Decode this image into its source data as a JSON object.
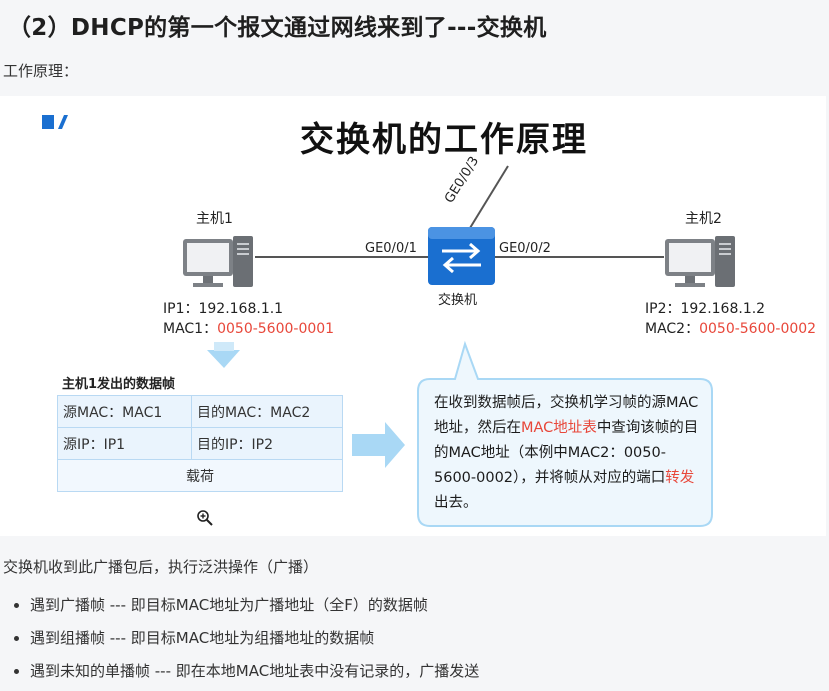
{
  "page": {
    "heading": "（2）DHCP的第一个报文通过网线来到了---交换机",
    "intro": "工作原理：",
    "after_text": "交换机收到此广播包后，执行泛洪操作（广播）",
    "bullets": [
      "遇到广播帧 --- 即目标MAC地址为广播地址（全F）的数据帧",
      "遇到组播帧 --- 即目标MAC地址为组播地址的数据帧",
      "遇到未知的单播帧 --- 即在本地MAC地址表中没有记录的，广播发送"
    ]
  },
  "diagram": {
    "title": "交换机的工作原理",
    "host1": {
      "name": "主机1",
      "ip_label": "IP1：192.168.1.1",
      "mac_prefix": "MAC1：",
      "mac_value": "0050-5600-0001"
    },
    "host2": {
      "name": "主机2",
      "ip_label": "IP2：192.168.1.2",
      "mac_prefix": "MAC2：",
      "mac_value": "0050-5600-0002"
    },
    "switch": {
      "name": "交换机",
      "port_left": "GE0/0/1",
      "port_right": "GE0/0/2",
      "port_up": "GE0/0/3"
    },
    "frame": {
      "title": "主机1发出的数据帧",
      "src_mac": "源MAC：MAC1",
      "dst_mac": "目的MAC：MAC2",
      "src_ip": "源IP：IP1",
      "dst_ip": "目的IP：IP2",
      "payload": "载荷"
    },
    "note": {
      "part1": "在收到数据帧后，交换机学习帧的源MAC地址，然后在",
      "highlight1": "MAC地址表",
      "part2": "中查询该帧的目的MAC地址（本例中MAC2：0050-5600-0002），并将帧从对应的端口",
      "highlight2": "转发",
      "part3": "出去。"
    }
  },
  "colors": {
    "accent_red": "#e8473a",
    "switch_blue": "#1a6fd0",
    "table_border": "#b9d9f3",
    "callout_bg": "#eef7fd",
    "arrow_blue": "#a9d8f5"
  },
  "icons": [
    "brand-logo-icon",
    "host-computer-icon",
    "switch-icon",
    "down-arrow-icon",
    "right-arrow-icon",
    "zoom-in-icon"
  ]
}
